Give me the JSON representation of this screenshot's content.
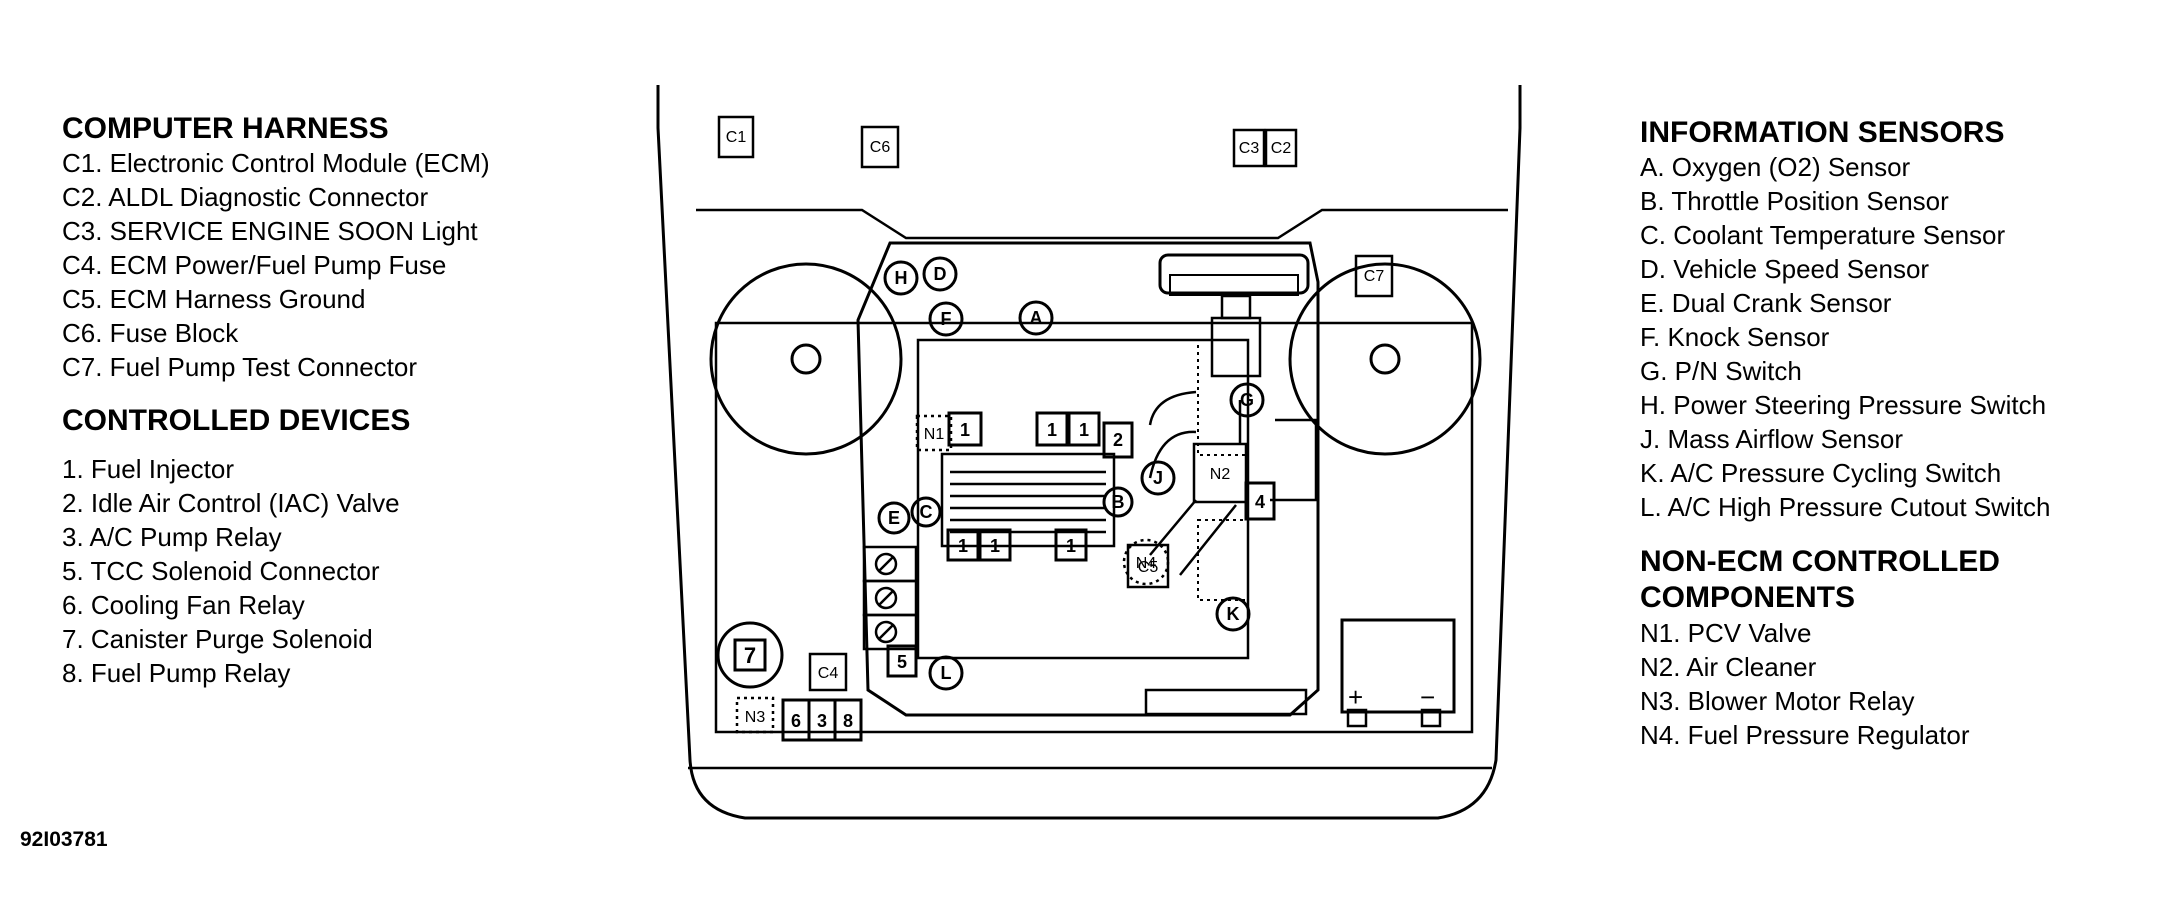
{
  "left_legend": {
    "computer_harness": {
      "title": "COMPUTER HARNESS",
      "items": [
        "C1. Electronic Control Module (ECM)",
        "C2. ALDL Diagnostic Connector",
        "C3. SERVICE ENGINE SOON Light",
        "C4. ECM Power/Fuel Pump Fuse",
        "C5. ECM Harness Ground",
        "C6. Fuse Block",
        "C7. Fuel Pump Test Connector"
      ]
    },
    "controlled_devices": {
      "title": "CONTROLLED DEVICES",
      "items": [
        "1. Fuel Injector",
        "2. Idle Air Control (IAC) Valve",
        "3. A/C Pump Relay",
        "5. TCC Solenoid Connector",
        "6. Cooling Fan Relay",
        "7. Canister Purge Solenoid",
        "8. Fuel Pump Relay"
      ]
    }
  },
  "right_legend": {
    "information_sensors": {
      "title": "INFORMATION SENSORS",
      "items": [
        "A. Oxygen (O2) Sensor",
        "B. Throttle Position Sensor",
        "C. Coolant Temperature Sensor",
        "D. Vehicle Speed Sensor",
        "E. Dual Crank Sensor",
        "F. Knock Sensor",
        "G. P/N Switch",
        "H. Power Steering Pressure Switch",
        "J. Mass Airflow Sensor",
        "K. A/C Pressure Cycling Switch",
        "L. A/C High Pressure Cutout Switch"
      ]
    },
    "non_ecm": {
      "title_line1": "NON-ECM CONTROLLED",
      "title_line2": "COMPONENTS",
      "items": [
        "N1. PCV Valve",
        "N2. Air Cleaner",
        "N3. Blower Motor Relay",
        "N4. Fuel Pressure Regulator"
      ]
    }
  },
  "figure_id": "92I03781",
  "diagram_labels": {
    "c1": "C1",
    "c2": "C2",
    "c3": "C3",
    "c4": "C4",
    "c5": "C5",
    "c6": "C6",
    "c7": "C7",
    "a": "A",
    "b": "B",
    "c": "C",
    "d": "D",
    "e": "E",
    "f": "F",
    "g": "G",
    "h": "H",
    "j": "J",
    "k": "K",
    "l": "L",
    "n1": "N1",
    "n2": "N2",
    "n3": "N3",
    "n4": "N4",
    "d1": "1",
    "d2": "2",
    "d3": "3",
    "d4": "4",
    "d5": "5",
    "d6": "6",
    "d7": "7",
    "d8": "8",
    "batt_pos": "+",
    "batt_neg": "−"
  }
}
